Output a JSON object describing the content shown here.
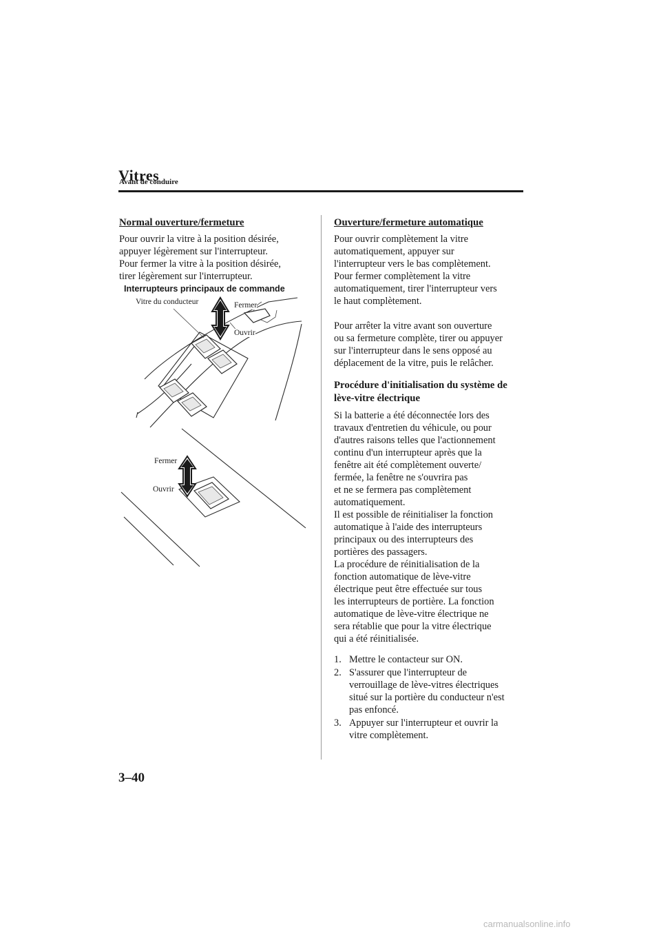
{
  "header": {
    "section": "Avant de conduire",
    "title": "Vitres"
  },
  "left": {
    "heading": "Normal ouverture/fermeture",
    "paragraph": "Pour ouvrir la vitre à la position désirée,\nappuyer légèrement sur l'interrupteur.\nPour fermer la vitre à la position désirée,\ntirer légèrement sur l'interrupteur.",
    "figure": {
      "caption": "Interrupteurs principaux de commande",
      "label_driver": "Vitre du conducteur",
      "label_close_1": "Fermer",
      "label_open_1": "Ouvrir",
      "label_close_2": "Fermer",
      "label_open_2": "Ouvrir"
    }
  },
  "right": {
    "heading": "Ouverture/fermeture automatique",
    "paragraph1": "Pour ouvrir complètement la vitre\nautomatiquement, appuyer sur\nl'interrupteur vers le bas complètement.\nPour fermer complètement la vitre\nautomatiquement, tirer l'interrupteur vers\nle haut complètement.",
    "paragraph2": "Pour arrêter la vitre avant son ouverture\nou sa fermeture complète, tirer ou appuyer\nsur l'interrupteur dans le sens opposé au\ndéplacement de la vitre, puis le relâcher.",
    "subheading": "Procédure d'initialisation du système de\nlève-vitre électrique",
    "paragraph3": "Si la batterie a été déconnectée lors des\ntravaux d'entretien du véhicule, ou pour\nd'autres raisons telles que l'actionnement\ncontinu d'un interrupteur après que la\nfenêtre ait été complètement ouverte/\nfermée, la fenêtre ne s'ouvrira pas\net ne se fermera pas complètement\nautomatiquement.\nIl est possible de réinitialiser la fonction\nautomatique à l'aide des interrupteurs\nprincipaux ou des interrupteurs des\nportières des passagers.\nLa procédure de réinitialisation de la\nfonction automatique de lève-vitre\nélectrique peut être effectuée sur tous\nles interrupteurs de portière. La fonction\nautomatique de lève-vitre électrique ne\nsera rétablie que pour la vitre électrique\nqui a été réinitialisée.",
    "steps": [
      {
        "num": "1.",
        "text": "Mettre le contacteur sur ON."
      },
      {
        "num": "2.",
        "text": "S'assurer que l'interrupteur de\nverrouillage de lève-vitres électriques\nsitué sur la portière du conducteur n'est\npas enfoncé."
      },
      {
        "num": "3.",
        "text": "Appuyer sur l'interrupteur et ouvrir la\nvitre complètement."
      }
    ]
  },
  "footer": {
    "page_number": "3–40",
    "watermark": "carmanualsonline.info"
  }
}
